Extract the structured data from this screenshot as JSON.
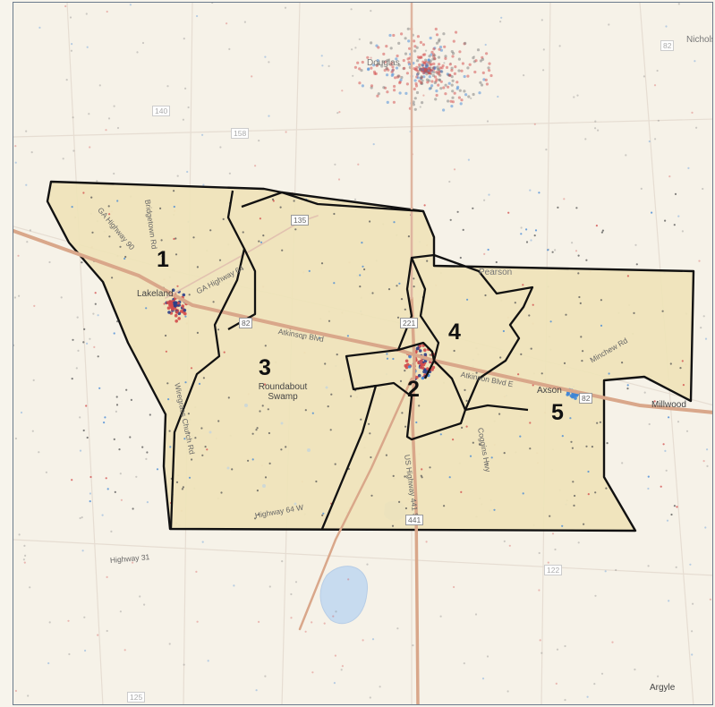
{
  "map": {
    "district_labels": [
      "1",
      "2",
      "3",
      "4",
      "5"
    ],
    "places": {
      "lakeland": "Lakeland",
      "roundabout": "Roundabout Swamp",
      "axson": "Axson",
      "millwood": "Millwood",
      "argyle": "Argyle",
      "douglas": "Douglas",
      "nicholls": "Nichols",
      "pearson": "Pearson"
    },
    "roads": {
      "atkinson_blvd": "Atkinson Blvd",
      "atkinson_blvd_e": "Atkinson Blvd E",
      "ga_highway_64w": "Highway 64 W",
      "ga_highway_90": "GA Highway 90",
      "ga_highway_rd": "GA Highway 64",
      "bridgetown": "Bridgetown Rd",
      "mincher": "Minchew Rd",
      "coggins": "Coggins Hwy",
      "us441": "US Highway 441 S",
      "us221": "221",
      "hwy82": "82",
      "hwy82b": "82",
      "wiregrass": "Wiregrass Church Rd",
      "hwy31": "Highway 31"
    },
    "route_shields": [
      "135",
      "158",
      "140",
      "122",
      "82",
      "441",
      "125"
    ],
    "colors": {
      "district_fill": "#efe3b8",
      "district_border": "#111111",
      "red_dot": "#d24a4a",
      "blue_dot": "#3f86d6",
      "gray_dot": "#7a7a7a",
      "highway": "#d9a78a"
    }
  }
}
